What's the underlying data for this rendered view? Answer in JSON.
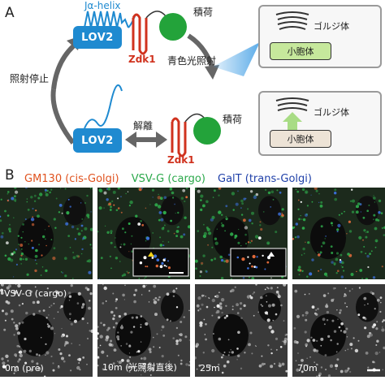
{
  "panel_a": {
    "letter": "A",
    "j_alpha_helix": "Jα-helix",
    "lov2_top": "LOV2",
    "zdk1_top": "Zdk1",
    "cargo_top": "積荷",
    "arrow_blue_light": "青色光照射",
    "arrow_stop": "照射停止",
    "dissociation": "解離",
    "lov2_bottom": "LOV2",
    "zdk1_bottom": "Zdk1",
    "cargo_bottom": "積荷",
    "inset_top": {
      "golgi": "ゴルジ体",
      "vesicle": "小胞体"
    },
    "inset_bottom": {
      "golgi": "ゴルジ体",
      "vesicle": "小胞体"
    }
  },
  "panel_b": {
    "letter": "B",
    "legend": [
      {
        "text": "GM130 (cis-Golgi)",
        "color": "#e0521e"
      },
      {
        "text": "VSV-G (cargo)",
        "color": "#2aa84a"
      },
      {
        "text": "GalT (trans-Golgi)",
        "color": "#1e3fa8"
      }
    ],
    "bottom_row_label": "VSV-G (cargo)",
    "timepoints": [
      "0m (pre)",
      "10m (光照射直後)",
      "25m",
      "70m"
    ]
  },
  "colors": {
    "lov2": "#1f8ad0",
    "zdk1": "#d0321e",
    "cargo": "#23a33a",
    "arrow": "#666666",
    "blue_light": "#4aa3e6"
  }
}
